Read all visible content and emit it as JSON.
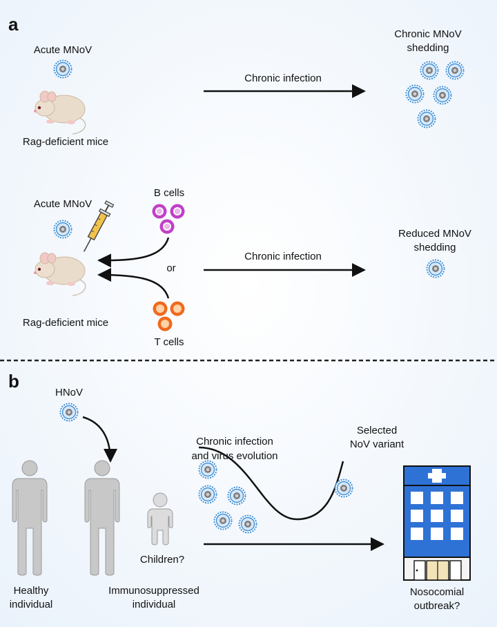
{
  "panel_a": {
    "letter": "a",
    "top": {
      "acute_label": "Acute  MNoV",
      "mouse_label": "Rag-deficient mice",
      "arrow_label": "Chronic infection",
      "result_line1": "Chronic MNoV",
      "result_line2": "shedding"
    },
    "bottom": {
      "acute_label": "Acute  MNoV",
      "mouse_label": "Rag-deficient mice",
      "b_cells": "B cells",
      "or": "or",
      "t_cells": "T cells",
      "arrow_label": "Chronic infection",
      "result_line1": "Reduced MNoV",
      "result_line2": "shedding"
    }
  },
  "panel_b": {
    "letter": "b",
    "hnov": "HNoV",
    "healthy_line1": "Healthy",
    "healthy_line2": "individual",
    "immuno_line1": "Immunosuppressed",
    "immuno_line2": "individual",
    "children": "Children?",
    "evolution_line1": "Chronic infection",
    "evolution_line2": "and virus evolution",
    "variant_line1": "Selected",
    "variant_line2": "NoV variant",
    "outbreak_line1": "Nosocomial",
    "outbreak_line2": "outbreak?"
  },
  "colors": {
    "virus": "#3f8fd6",
    "b_cell": "#c040c8",
    "t_cell": "#f06a1e",
    "hospital": "#2f72d6",
    "person": "#c8c8c8"
  }
}
